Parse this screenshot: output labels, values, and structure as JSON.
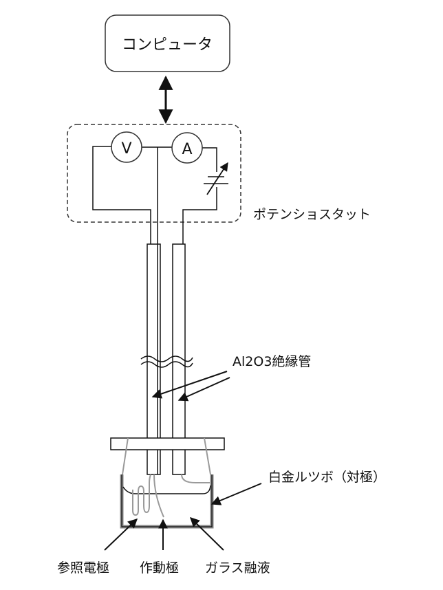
{
  "computer": {
    "label": "コンピュータ"
  },
  "potentiostat": {
    "label": "ポテンショスタット",
    "voltmeter": "V",
    "ammeter": "A"
  },
  "insulator_tube": {
    "label": "Al2O3絶縁管"
  },
  "crucible": {
    "label": "白金ルツボ（対極）"
  },
  "bottom_labels": {
    "reference_electrode": "参照電極",
    "working_electrode": "作動極",
    "glass_melt": "ガラス融液"
  },
  "colors": {
    "line": "#111111",
    "wire_gray": "#9a9a9a"
  }
}
